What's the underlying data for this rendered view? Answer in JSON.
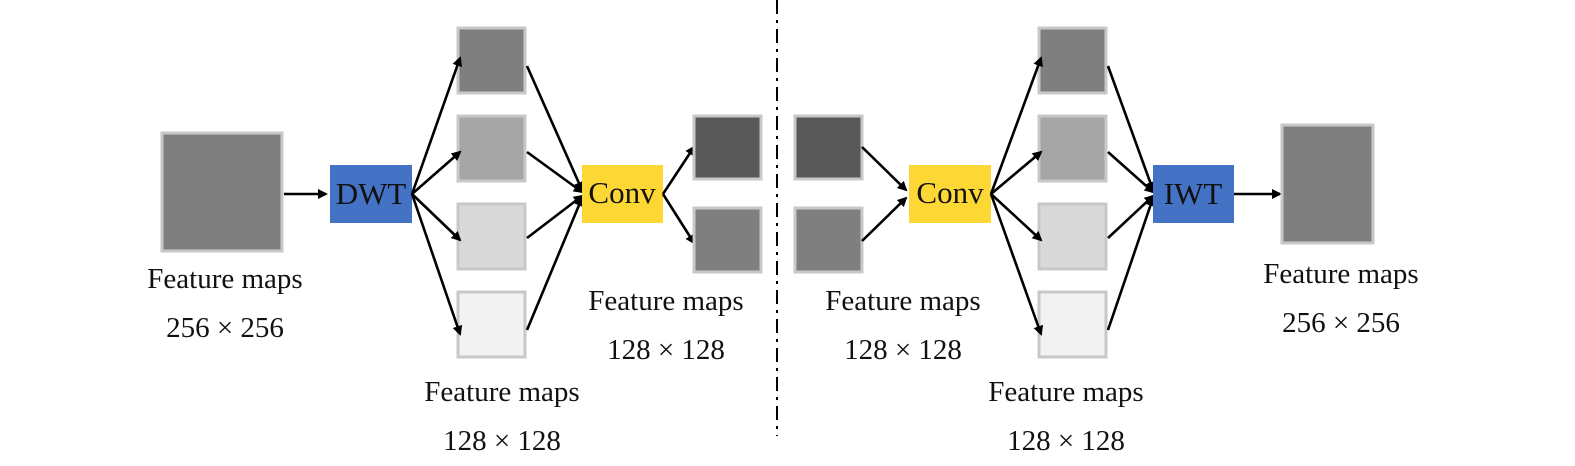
{
  "colors": {
    "transform_block": "#4472c4",
    "conv_block": "#fdd835",
    "map_dark": "#595959",
    "map_medium": "#7f7f7f",
    "map_mid_light": "#a6a6a6",
    "map_light": "#d9d9d9",
    "map_lightest": "#f2f2f2"
  },
  "left": {
    "input_caption": {
      "line1": "Feature maps",
      "line2": "256 × 256"
    },
    "dwt_label": "DWT",
    "subbands_caption": {
      "line1": "Feature maps",
      "line2": "128 × 128"
    },
    "conv_label": "Conv",
    "output_caption": {
      "line1": "Feature maps",
      "line2": "128 × 128"
    }
  },
  "right": {
    "input_caption": {
      "line1": "Feature maps",
      "line2": "128 × 128"
    },
    "conv_label": "Conv",
    "subbands_caption": {
      "line1": "Feature maps",
      "line2": "128 × 128"
    },
    "iwt_label": "IWT",
    "output_caption": {
      "line1": "Feature maps",
      "line2": "256 × 256"
    }
  }
}
